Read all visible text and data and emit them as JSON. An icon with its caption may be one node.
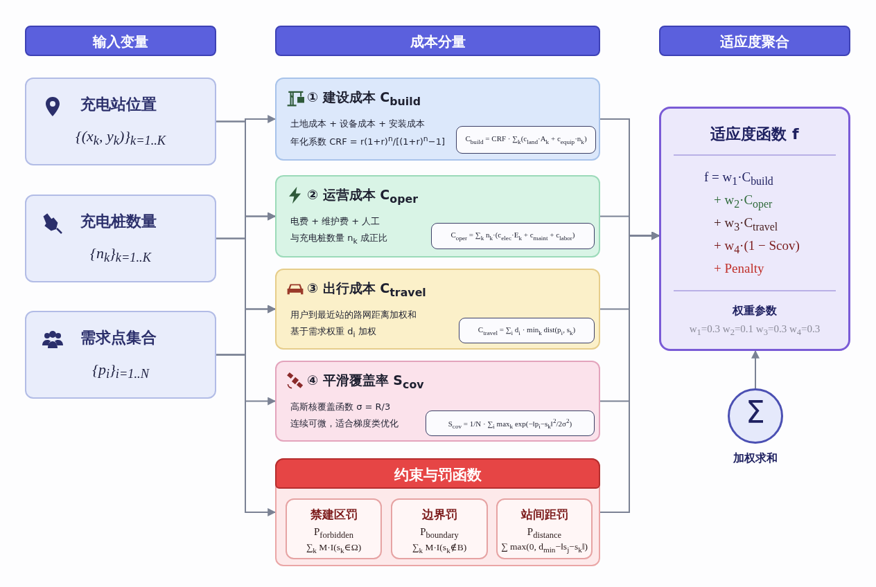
{
  "diagram": {
    "nodes": [
      {
        "text": [
          "输入变量"
        ]
      },
      {
        "text": [
          "成本分量"
        ]
      },
      {
        "text": [
          "适应度聚合"
        ]
      },
      {
        "text": [
          "充电站位置",
          "{(x$_{k}$, y$_{k}$)}$_{k=1..K}$"
        ]
      },
      {
        "text": [
          "充电桩数量",
          "{n$_{k}$}$_{k=1..K}$"
        ]
      },
      {
        "text": [
          "需求点集合",
          "{p$_{i}$}$_{i=1..N}$"
        ]
      },
      {
        "text": [
          "① 建设成本 C$_{build}$",
          "土地成本 + 设备成本 + 安装成本",
          "年化系数 CRF = r(1+r)$^{n}$/[(1+r)$^{n}$−1]"
        ]
      },
      {
        "text": [
          "C$_{build}$ = CRF · ∑$_{k}$(c$_{land}$·A$_{k}$ + c$_{equip}$·n$_{k}$)"
        ],
        "in": 6
      },
      {
        "text": [
          "② 运营成本 C$_{oper}$",
          "电费 + 维护费 + 人工",
          "与充电桩数量 n$_{k}$ 成正比"
        ]
      },
      {
        "text": [
          "C$_{oper}$ = ∑$_{k}$ n$_{k}$·(c$_{elec}$·E$_{k}$ + c$_{maint}$ + c$_{labor}$)"
        ],
        "in": 8
      },
      {
        "text": [
          "③ 出行成本 C$_{travel}$",
          "用户到最近站的路网距离加权和",
          "基于需求权重 d$_{i}$ 加权"
        ]
      },
      {
        "text": [
          "C$_{travel}$ = ∑$_{i}$ d$_{i}$ · min$_{k}$ dist(p$_{i}$, s$_{k}$)"
        ],
        "in": 10
      },
      {
        "text": [
          "④ 平滑覆盖率 S$_{cov}$",
          "高斯核覆盖函数 σ = R/3",
          "连续可微，适合梯度类优化"
        ]
      },
      {
        "text": [
          "S$_{cov}$ = 1/N · ∑$_{i}$ max$_{k}$ exp(−‖p$_{i}$−s$_{k}$‖$^{2}$/2σ$^{2}$)"
        ],
        "in": 12
      },
      {
        "text": [
          "约束与罚函数"
        ]
      },
      {
        "text": [
          "禁建区罚",
          "P$_{forbidden}$",
          "∑$_{k}$ M·I(s$_{k}$∈Ω)"
        ],
        "in": 14
      },
      {
        "text": [
          "边界罚",
          "P$_{boundary}$",
          "∑$_{k}$ M·I(s$_{k}$∉B)"
        ],
        "in": 14
      },
      {
        "text": [
          "站间距罚",
          "P$_{distance}$",
          "∑ max(0, d$_{min}$−‖s$_{j}$−s$_{k}$‖)"
        ],
        "in": 14
      },
      {
        "text": [
          "适应度函数 f",
          "f = w$_{1}$·C$_{build}$",
          "+ w$_{2}$·C$_{oper}$",
          "+ w$_{3}$·C$_{travel}$",
          "+ w$_{4}$·(1 − Scov)",
          "+ Penalty",
          "权重参数",
          "w$_{1}$=0.3 w$_{2}$=0.1 w$_{3}$=0.3 w$_{4}$=0.3"
        ]
      },
      {
        "text": [
          "Σ"
        ],
        "beside": [
          "加权求和"
        ]
      }
    ],
    "edges": [
      {
        "from": 3,
        "to": 6,
        "arrow": "to"
      },
      {
        "from": 3,
        "to": 8,
        "arrow": "to"
      },
      {
        "from": 4,
        "to": 8,
        "arrow": "to"
      },
      {
        "from": 4,
        "to": 10,
        "arrow": "to"
      },
      {
        "from": 5,
        "to": 10,
        "arrow": "to"
      },
      {
        "from": 5,
        "to": 12,
        "arrow": "to"
      },
      {
        "from": 5,
        "to": 14,
        "arrow": "to"
      },
      {
        "from": 6,
        "to": 18,
        "arrow": "to"
      },
      {
        "from": 8,
        "to": 18,
        "arrow": "to"
      },
      {
        "from": 10,
        "to": 18,
        "arrow": "to"
      },
      {
        "from": 12,
        "to": 18,
        "arrow": "to"
      },
      {
        "from": 14,
        "to": 18,
        "arrow": "to"
      },
      {
        "from": 19,
        "to": 18,
        "arrow": "to"
      }
    ]
  }
}
